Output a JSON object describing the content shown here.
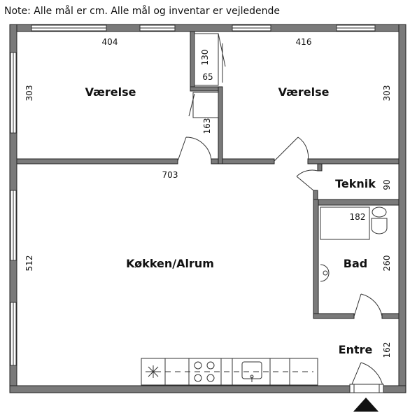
{
  "note": "Note: Alle mål er cm. Alle mål og inventar er vejledende",
  "rooms": {
    "room_left": "Værelse",
    "room_right": "Værelse",
    "kitchen": "Køkken/Alrum",
    "teknik": "Teknik",
    "bad": "Bad",
    "entre": "Entre"
  },
  "dimensions": {
    "left_width": "404",
    "left_height": "303",
    "right_width": "416",
    "right_height": "303",
    "closet_top": "130",
    "closet_depth": "65",
    "closet_side": "163",
    "kitchen_width": "703",
    "kitchen_height": "512",
    "teknik_height": "90",
    "bad_width": "182",
    "bad_height": "260",
    "entre_height": "162"
  },
  "colors": {
    "wall": "#7a7a7a",
    "wall_outline": "#222222",
    "line": "#333333",
    "window": "#ffffff"
  }
}
